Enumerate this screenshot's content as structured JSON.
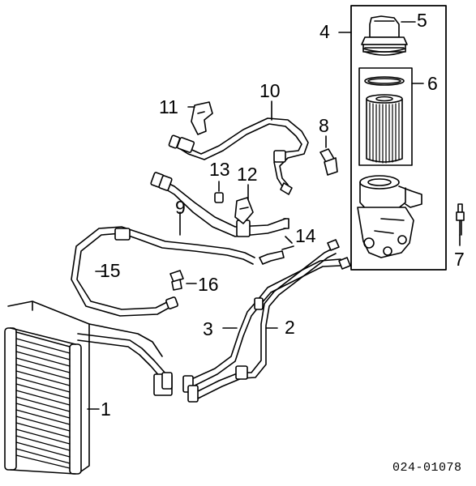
{
  "diagram": {
    "callouts": [
      {
        "id": "1",
        "label": "1"
      },
      {
        "id": "2",
        "label": "2"
      },
      {
        "id": "3",
        "label": "3"
      },
      {
        "id": "4",
        "label": "4"
      },
      {
        "id": "5",
        "label": "5"
      },
      {
        "id": "6",
        "label": "6"
      },
      {
        "id": "7",
        "label": "7"
      },
      {
        "id": "8",
        "label": "8"
      },
      {
        "id": "9",
        "label": "9"
      },
      {
        "id": "10",
        "label": "10"
      },
      {
        "id": "11",
        "label": "11"
      },
      {
        "id": "12",
        "label": "12"
      },
      {
        "id": "13",
        "label": "13"
      },
      {
        "id": "14",
        "label": "14"
      },
      {
        "id": "15",
        "label": "15"
      },
      {
        "id": "16",
        "label": "16"
      }
    ],
    "part_number": "024-01078"
  }
}
